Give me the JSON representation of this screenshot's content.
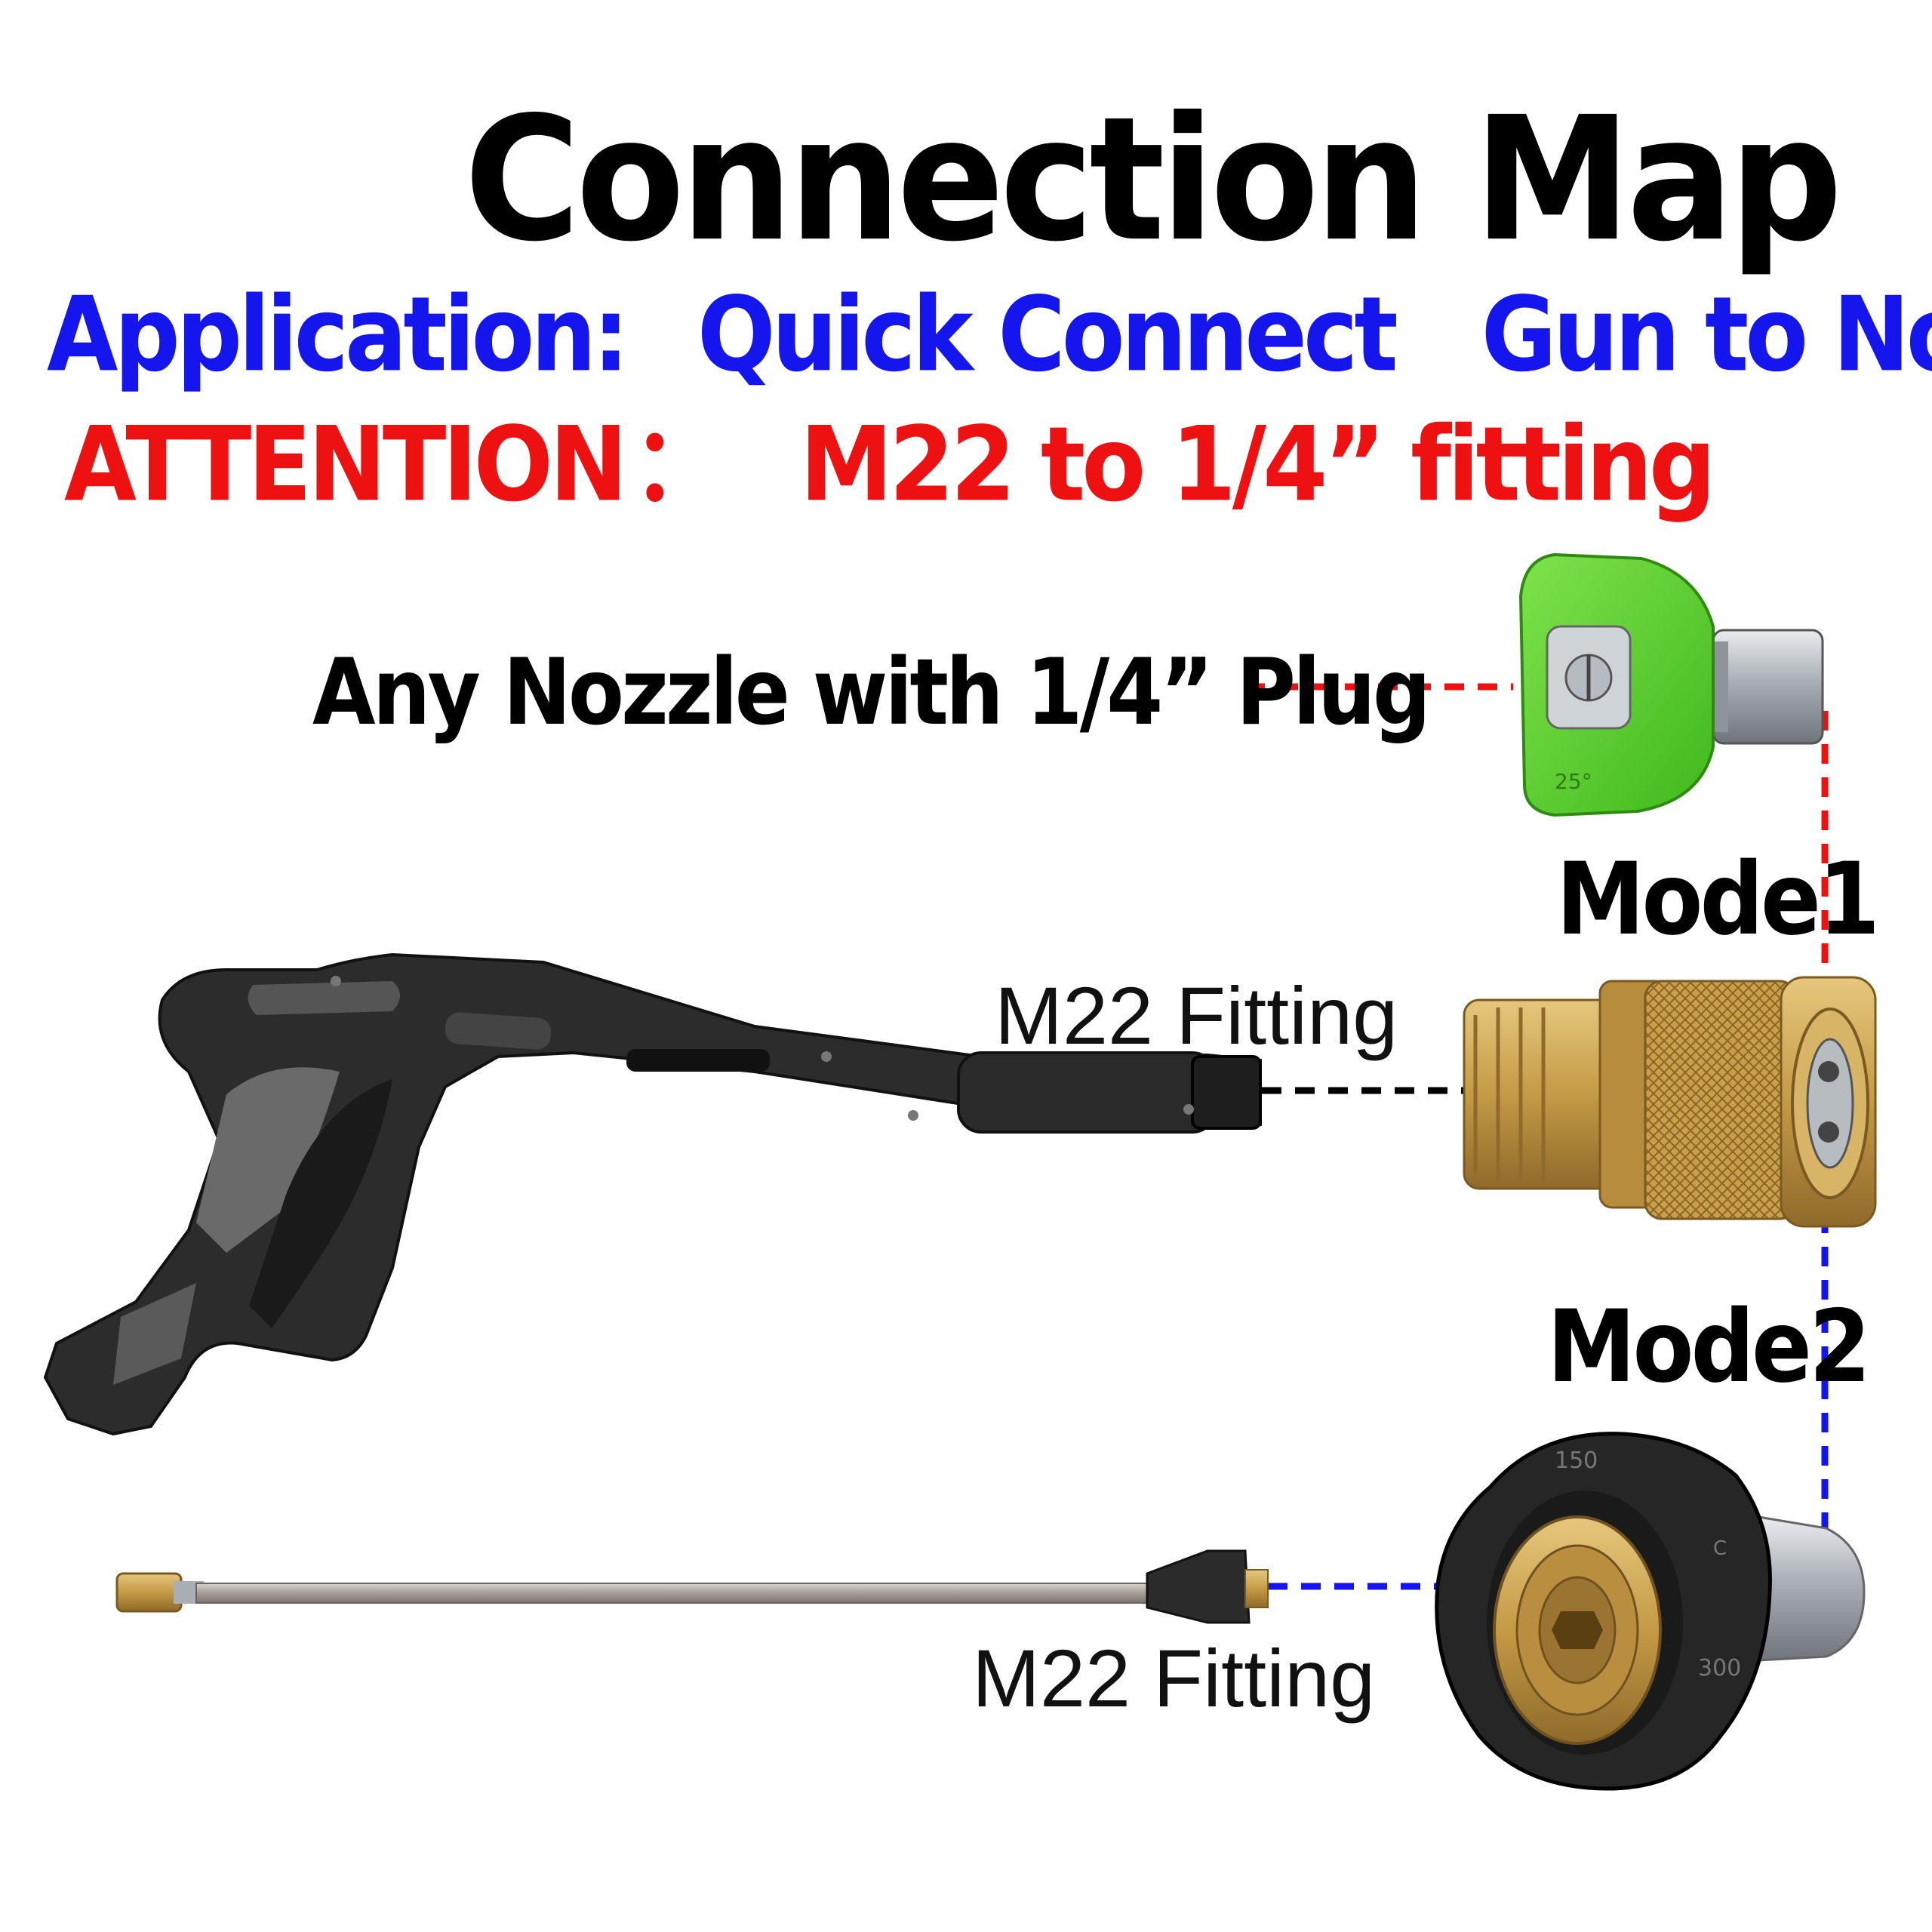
{
  "title": "Connection Map",
  "application": {
    "label": "Application:",
    "text1": "Quick Connect",
    "text2": "Gun to Nozzle or Wand"
  },
  "attention": {
    "label": "ATTENTION",
    "separator": "：",
    "value": "M22 to 1/4” fitting"
  },
  "labels": {
    "nozzle": "Any Nozzle with 1/4” Plug",
    "mode1": "Mode1",
    "mode2": "Mode2",
    "m22_top": "M22 Fitting",
    "m22_bottom": "M22 Fitting"
  },
  "colors": {
    "title": "#000000",
    "application": "#1515ee",
    "attention": "#ee1111",
    "line_red": "#ee1111",
    "line_black": "#000000",
    "line_blue": "#1515ee",
    "nozzle_green": "#5cd12a",
    "brass": "#c9a24e",
    "gun_black": "#2a2a2a"
  },
  "icons": {
    "nozzle": "quick-connect-nozzle-icon",
    "brass_coupler": "brass-coupler-icon",
    "spray_gun": "spray-gun-icon",
    "wand": "spray-wand-icon",
    "m22_adapter": "m22-adapter-icon"
  }
}
